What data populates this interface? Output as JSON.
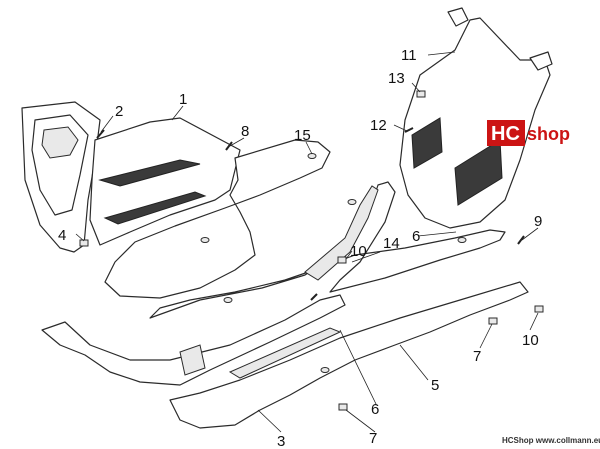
{
  "brand": {
    "left": "HC",
    "right": "shop"
  },
  "footer": "HCShop www.collmann.eu",
  "callouts": {
    "c1": "1",
    "c2": "2",
    "c3": "3",
    "c4": "4",
    "c5": "5",
    "c6a": "6",
    "c6b": "6",
    "c7a": "7",
    "c7b": "7",
    "c8": "8",
    "c9": "9",
    "c10a": "10",
    "c10b": "10",
    "c11": "11",
    "c12": "12",
    "c13": "13",
    "c14": "14",
    "c15": "15"
  }
}
